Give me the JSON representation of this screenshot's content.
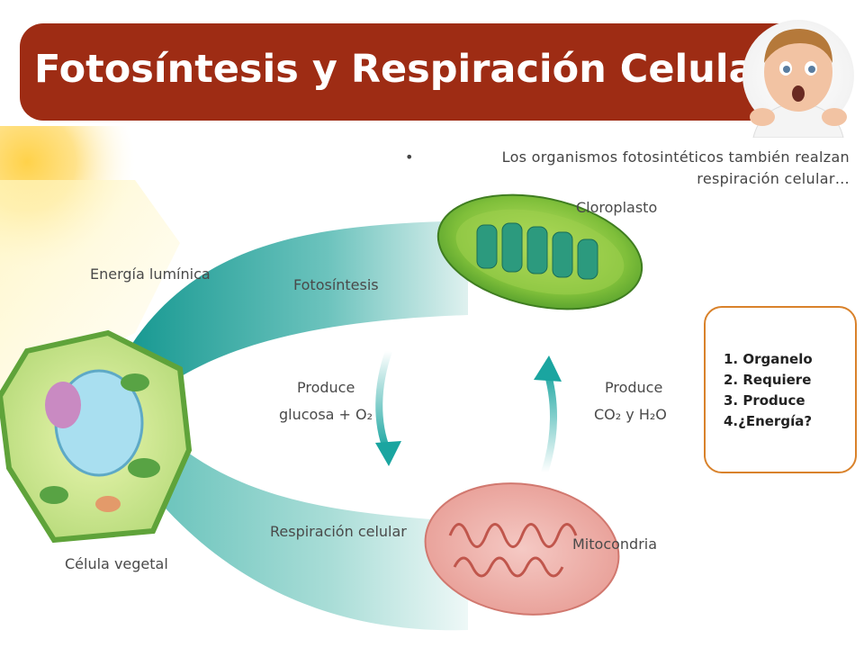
{
  "title": "Fotosíntesis y Respiración Celular",
  "bullet": {
    "line1": "Los organismos fotosintéticos también realzan",
    "line2": "respiración celular…"
  },
  "diagram": {
    "cloroplasto": "Cloroplasto",
    "energia": "Energía lumínica",
    "fotosintesis": "Fotosíntesis",
    "produce_left": "Produce",
    "glucosa": "glucosa + O₂",
    "produce_right": "Produce",
    "co2": "CO₂ y H₂O",
    "respiracion": "Respiración celular",
    "mitocondria": "Mitocondria",
    "celula": "Célula vegetal"
  },
  "quiz": {
    "items": [
      "1. Organelo",
      "2. Requiere",
      "3. Produce",
      "4.¿Energía?"
    ]
  },
  "colors": {
    "banner": "#9e2c14",
    "teal": "#1fa6a2",
    "quiz_border": "#d9822b"
  }
}
